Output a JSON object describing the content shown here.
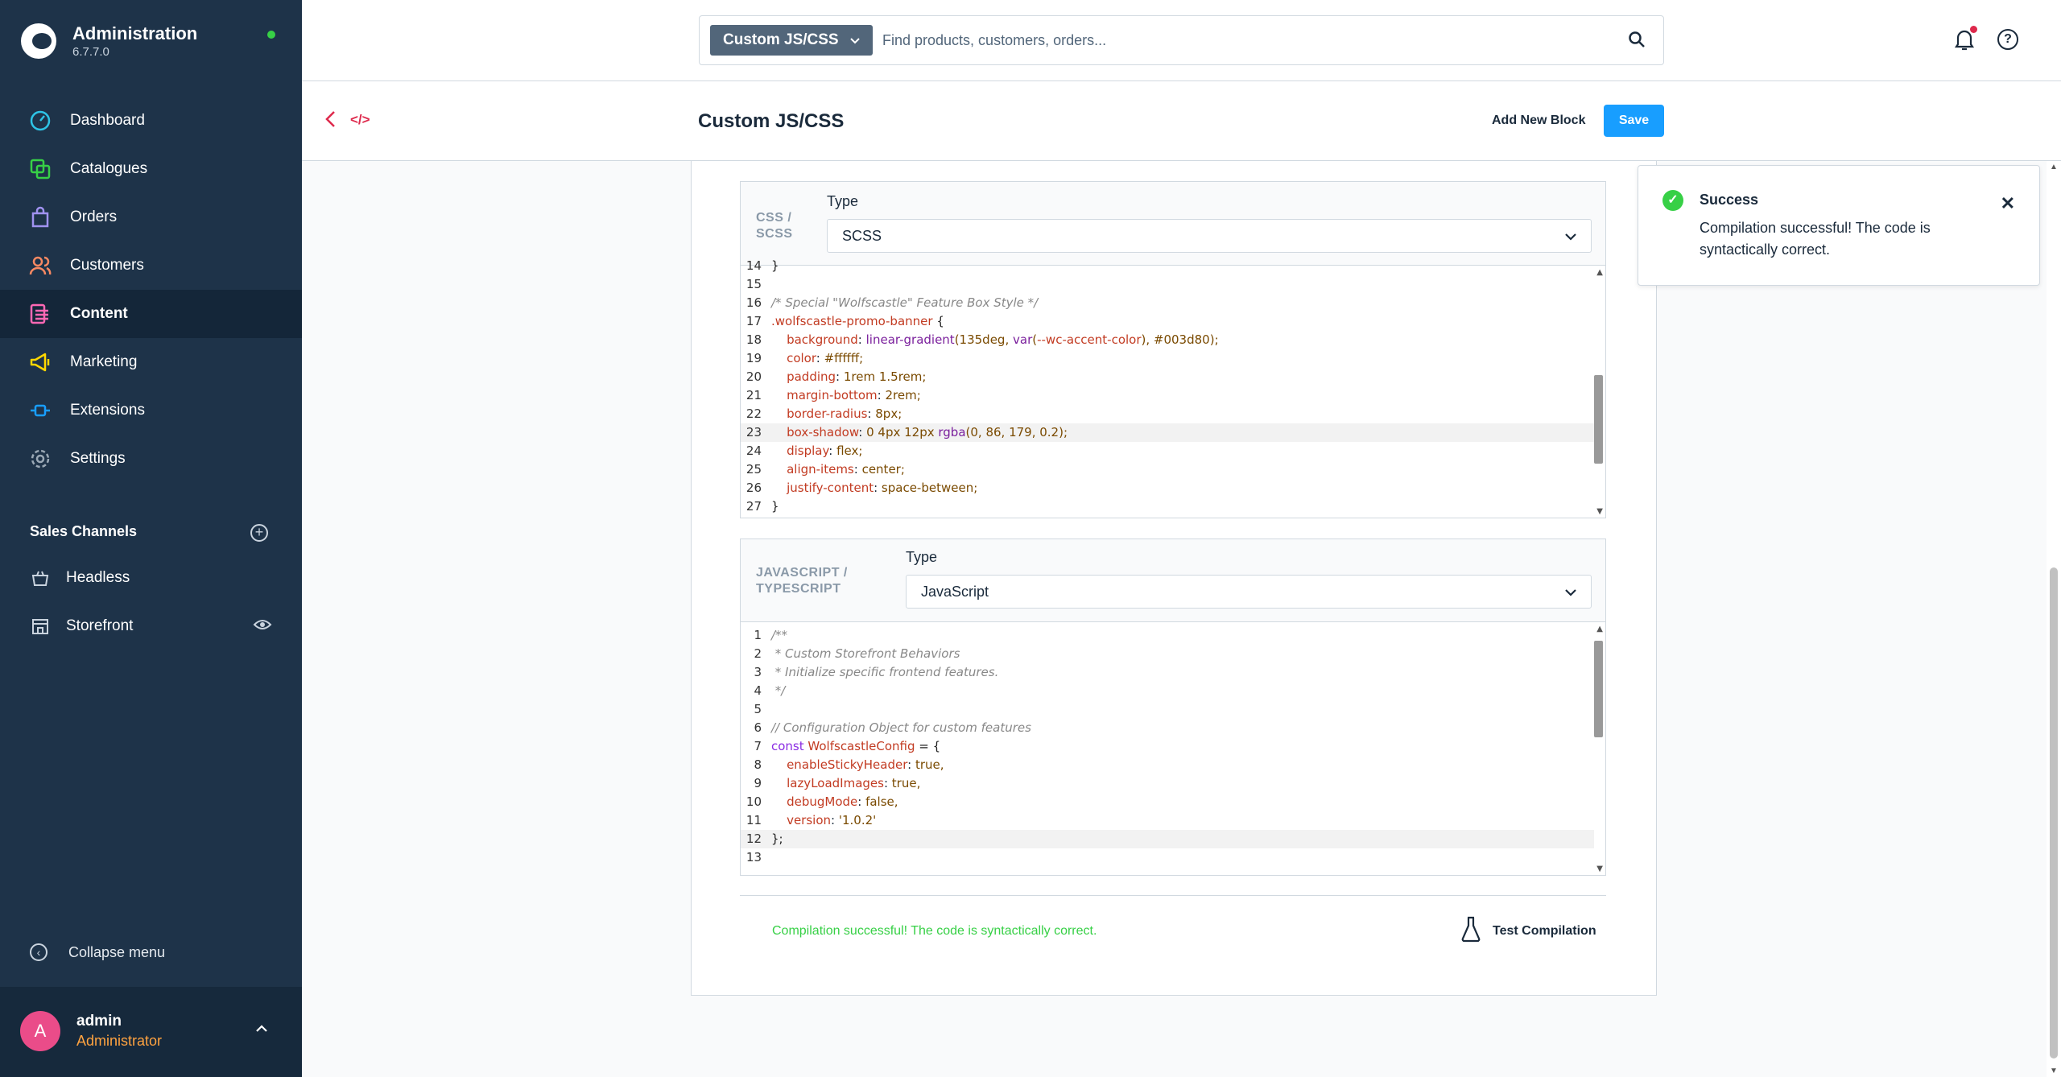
{
  "sidebar": {
    "brand_title": "Administration",
    "brand_version": "6.7.7.0",
    "nav": [
      {
        "label": "Dashboard",
        "icon": "dashboard-icon",
        "color": "#2ec4e6"
      },
      {
        "label": "Catalogues",
        "icon": "catalogues-icon",
        "color": "#37d046"
      },
      {
        "label": "Orders",
        "icon": "orders-icon",
        "color": "#a092f0"
      },
      {
        "label": "Customers",
        "icon": "customers-icon",
        "color": "#f88962"
      },
      {
        "label": "Content",
        "icon": "content-icon",
        "color": "#ff68b4"
      },
      {
        "label": "Marketing",
        "icon": "marketing-icon",
        "color": "#ffd700"
      },
      {
        "label": "Extensions",
        "icon": "extensions-icon",
        "color": "#189eff"
      },
      {
        "label": "Settings",
        "icon": "settings-icon",
        "color": "#9aa8b5"
      }
    ],
    "sales_channels_title": "Sales Channels",
    "channels": [
      {
        "label": "Headless"
      },
      {
        "label": "Storefront"
      }
    ],
    "collapse_label": "Collapse menu",
    "user": {
      "initial": "A",
      "name": "admin",
      "role": "Administrator"
    }
  },
  "search": {
    "scope": "Custom JS/CSS",
    "placeholder": "Find products, customers, orders..."
  },
  "header": {
    "title": "Custom JS/CSS",
    "add_block": "Add New Block",
    "save": "Save"
  },
  "css_block": {
    "label_line1": "CSS /",
    "label_line2": "SCSS",
    "type_label": "Type",
    "type_value": "SCSS",
    "lines": [
      {
        "n": "14",
        "t": "}"
      },
      {
        "n": "15",
        "t": ""
      },
      {
        "n": "16",
        "t": "/* Special \"Wolfscastle\" Feature Box Style */"
      },
      {
        "n": "17",
        "t": ".wolfscastle-promo-banner {"
      },
      {
        "n": "18",
        "t": "    background: linear-gradient(135deg, var(--wc-accent-color), #003d80);"
      },
      {
        "n": "19",
        "t": "    color: #ffffff;"
      },
      {
        "n": "20",
        "t": "    padding: 1rem 1.5rem;"
      },
      {
        "n": "21",
        "t": "    margin-bottom: 2rem;"
      },
      {
        "n": "22",
        "t": "    border-radius: 8px;"
      },
      {
        "n": "23",
        "t": "    box-shadow: 0 4px 12px rgba(0, 86, 179, 0.2);"
      },
      {
        "n": "24",
        "t": "    display: flex;"
      },
      {
        "n": "25",
        "t": "    align-items: center;"
      },
      {
        "n": "26",
        "t": "    justify-content: space-between;"
      },
      {
        "n": "27",
        "t": "}"
      }
    ]
  },
  "js_block": {
    "label_line1": "JAVASCRIPT /",
    "label_line2": "TYPESCRIPT",
    "type_label": "Type",
    "type_value": "JavaScript",
    "lines": [
      {
        "n": "1",
        "t": "/**"
      },
      {
        "n": "2",
        "t": " * Custom Storefront Behaviors"
      },
      {
        "n": "3",
        "t": " * Initialize specific frontend features."
      },
      {
        "n": "4",
        "t": " */"
      },
      {
        "n": "5",
        "t": ""
      },
      {
        "n": "6",
        "t": "// Configuration Object for custom features"
      },
      {
        "n": "7",
        "t": "const WolfscastleConfig = {"
      },
      {
        "n": "8",
        "t": "    enableStickyHeader: true,"
      },
      {
        "n": "9",
        "t": "    lazyLoadImages: true,"
      },
      {
        "n": "10",
        "t": "    debugMode: false,"
      },
      {
        "n": "11",
        "t": "    version: '1.0.2'"
      },
      {
        "n": "12",
        "t": "};"
      },
      {
        "n": "13",
        "t": ""
      }
    ]
  },
  "footer": {
    "compile_message": "Compilation successful! The code is syntactically correct.",
    "test_button": "Test Compilation"
  },
  "toast": {
    "title": "Success",
    "message": "Compilation successful! The code is syntactically correct."
  },
  "colors": {
    "sidebar_bg": "#1e3349",
    "primary": "#189eff",
    "success": "#37d046",
    "danger": "#de294c",
    "role": "#ffa340"
  }
}
